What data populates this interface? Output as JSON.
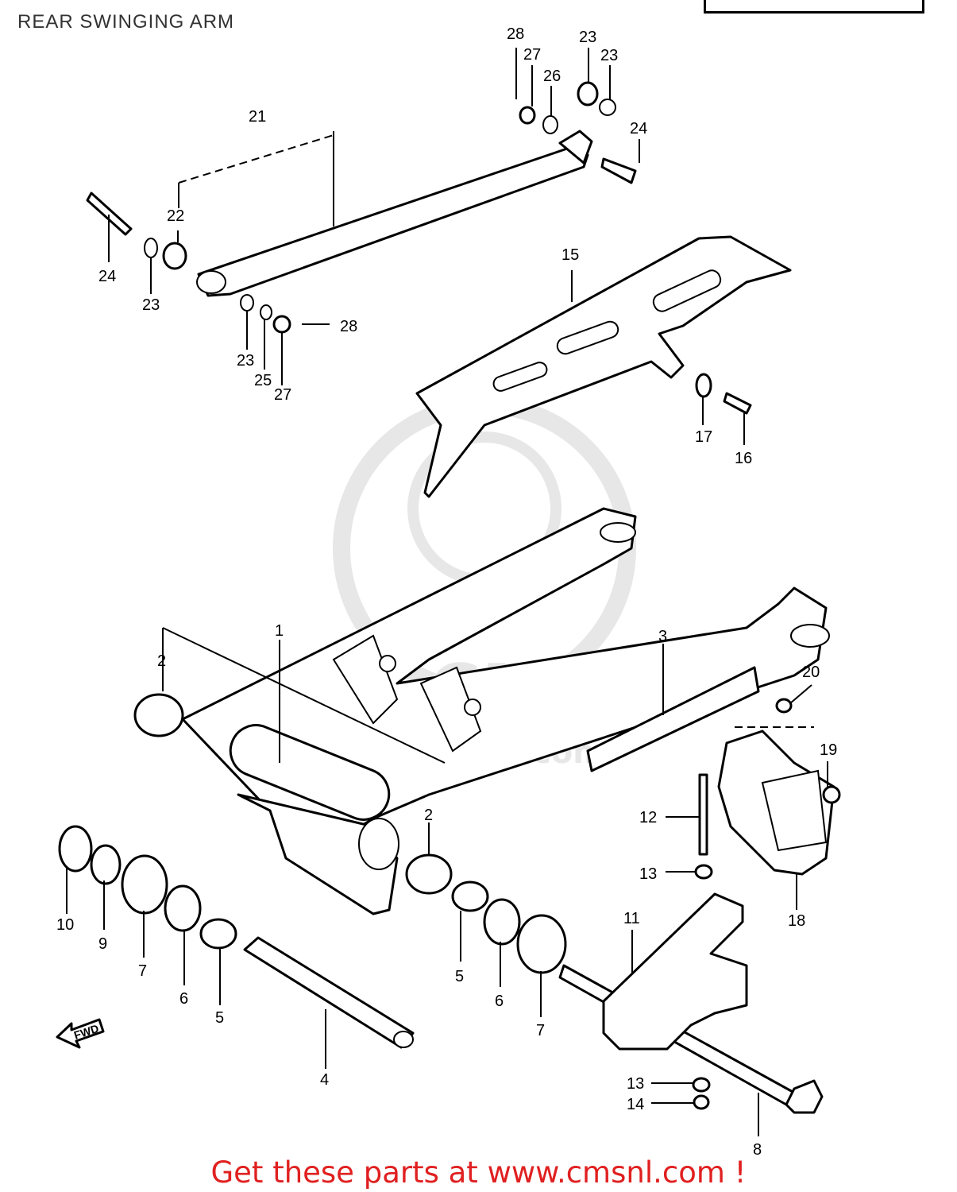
{
  "title": "REAR SWINGING ARM",
  "footer": "Get these parts at www.cmsnl.com !",
  "watermark": "CMS www.cmsnl.com",
  "fwd_arrow": "FWD",
  "callouts": [
    "1",
    "2",
    "2",
    "3",
    "4",
    "5",
    "5",
    "6",
    "6",
    "7",
    "7",
    "8",
    "9",
    "10",
    "11",
    "12",
    "13",
    "13",
    "14",
    "15",
    "16",
    "17",
    "18",
    "19",
    "20",
    "21",
    "22",
    "23",
    "23",
    "23",
    "23",
    "24",
    "24",
    "25",
    "26",
    "27",
    "27",
    "28",
    "28"
  ],
  "colors": {
    "footer": "#e02020",
    "lines": "#000000",
    "watermark": "#cccccc"
  }
}
